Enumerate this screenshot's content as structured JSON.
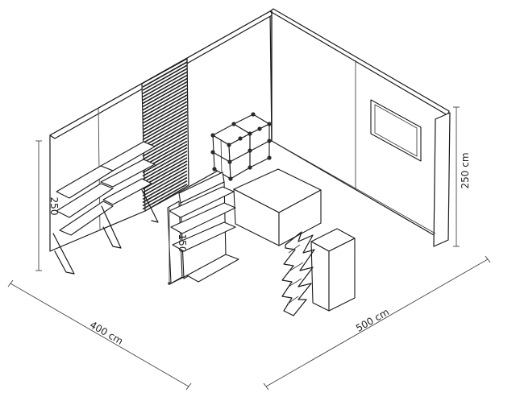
{
  "dimensions": {
    "width_label": "400 cm",
    "depth_label": "500 cm",
    "height_left_label": "250",
    "height_right_label": "250 cm",
    "shelf_height_label": "150"
  }
}
